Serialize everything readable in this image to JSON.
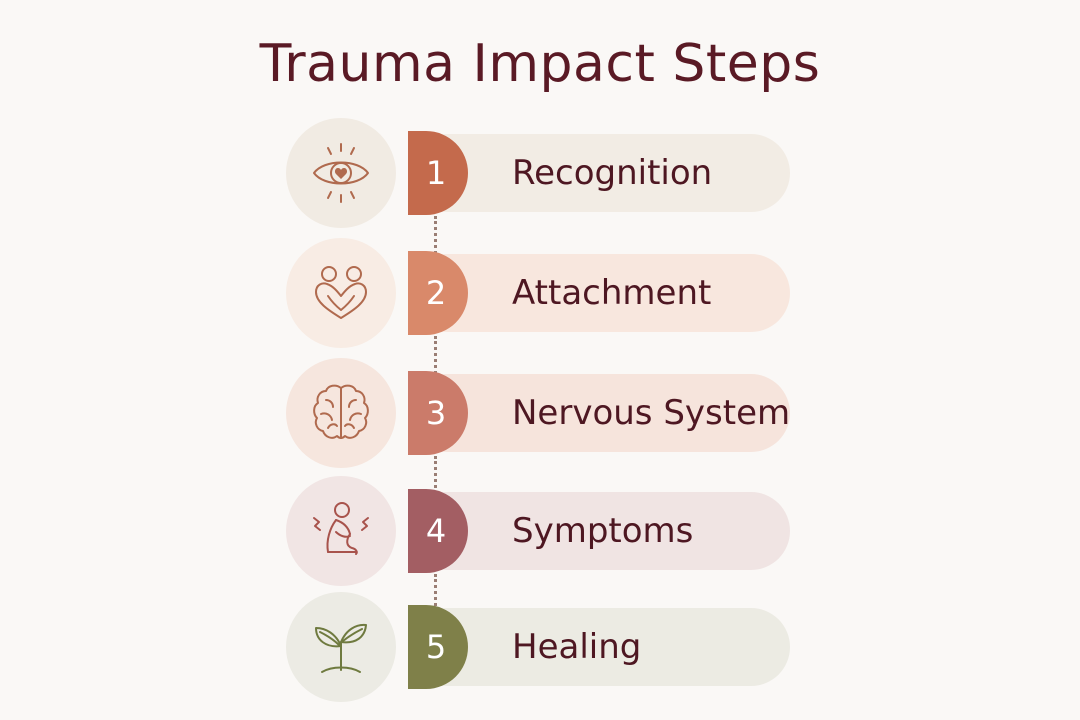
{
  "title": "Trauma Impact Steps",
  "steps": [
    {
      "number": "1",
      "label": "Recognition",
      "icon": "eye-heart-icon",
      "badge_color": "#c46a4c",
      "pill_color": "#f2ece4",
      "circle_color": "#f1ebe3"
    },
    {
      "number": "2",
      "label": "Attachment",
      "icon": "embrace-heart-icon",
      "badge_color": "#d9896a",
      "pill_color": "#f8e7de",
      "circle_color": "#f8ece4"
    },
    {
      "number": "3",
      "label": "Nervous System",
      "icon": "brain-icon",
      "badge_color": "#cb7b6a",
      "pill_color": "#f6e4dc",
      "circle_color": "#f6e6de"
    },
    {
      "number": "4",
      "label": "Symptoms",
      "icon": "distressed-person-icon",
      "badge_color": "#a35e63",
      "pill_color": "#f0e4e3",
      "circle_color": "#f1e5e4"
    },
    {
      "number": "5",
      "label": "Healing",
      "icon": "sprout-icon",
      "badge_color": "#7f8049",
      "pill_color": "#ecebe3",
      "circle_color": "#ecebe4"
    }
  ],
  "colors": {
    "title": "#5a1a25",
    "label": "#4e1722",
    "background": "#faf8f6",
    "connector": "#9a7e74"
  }
}
